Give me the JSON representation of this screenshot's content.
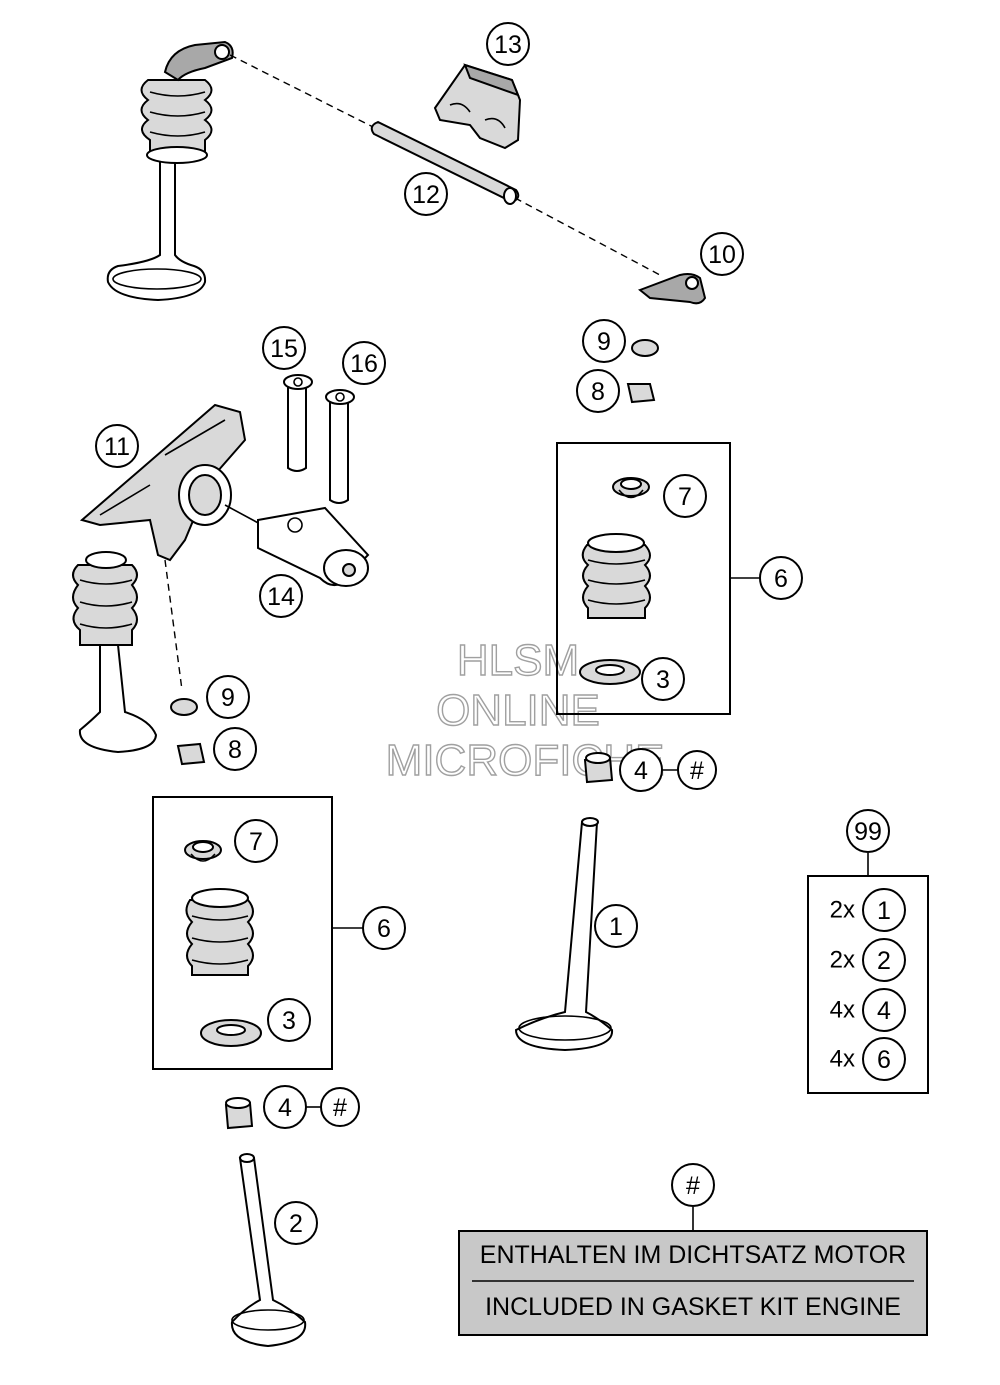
{
  "watermark": {
    "line1": "HLSM",
    "line2": "ONLINE",
    "line3": "MICROFICHE"
  },
  "callouts": {
    "c13": "13",
    "c12": "12",
    "c10": "10",
    "c9a": "9",
    "c8a": "8",
    "c15": "15",
    "c16": "16",
    "c11": "11",
    "c14": "14",
    "c7a": "7",
    "c6a": "6",
    "c3a": "3",
    "c4a": "4",
    "c4a_hash": "#",
    "c9b": "9",
    "c8b": "8",
    "c7b": "7",
    "c6b": "6",
    "c3b": "3",
    "c4b": "4",
    "c4b_hash": "#",
    "c1": "1",
    "c2": "2",
    "c99": "99",
    "c_note_hash": "#"
  },
  "kit_99": [
    {
      "qty": "2x",
      "part": "1"
    },
    {
      "qty": "2x",
      "part": "2"
    },
    {
      "qty": "4x",
      "part": "4"
    },
    {
      "qty": "4x",
      "part": "6"
    }
  ],
  "note": {
    "line_de": "ENTHALTEN IM DICHTSATZ MOTOR",
    "line_en": "INCLUDED IN GASKET KIT ENGINE",
    "background": "#c8c8c8"
  }
}
